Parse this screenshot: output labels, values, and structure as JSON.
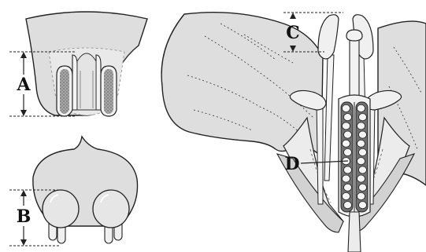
{
  "labels": {
    "a": "A",
    "b": "B",
    "c": "C",
    "d": "D"
  },
  "colors": {
    "petal_fill": "#dedede",
    "petal_light": "#ececec",
    "anther_fill": "#f2f2f2",
    "pollen_fill": "#9c9c9c",
    "ovary_dark": "#6f6f6f",
    "ovule_fill": "#f4f4f4",
    "stroke": "#222222"
  }
}
